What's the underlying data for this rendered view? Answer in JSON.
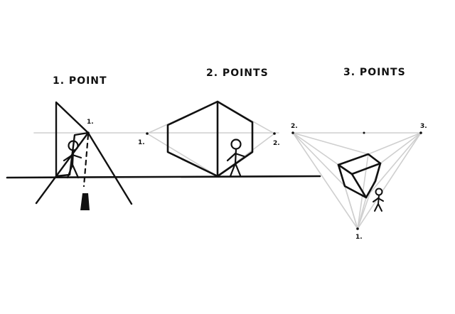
{
  "titles": {
    "one_point": "1. POINT",
    "two_points": "2. POINTS",
    "three_points": "3. POINTS"
  },
  "vanishing_points": {
    "one_point_vp": "1.",
    "two_points_left": "1.",
    "two_points_right": "2.",
    "three_points_left": "2.",
    "three_points_right": "3.",
    "three_points_bottom": "1."
  },
  "colors": {
    "ink": "#111111",
    "guide": "#cfcfcf",
    "background": "#ffffff"
  }
}
